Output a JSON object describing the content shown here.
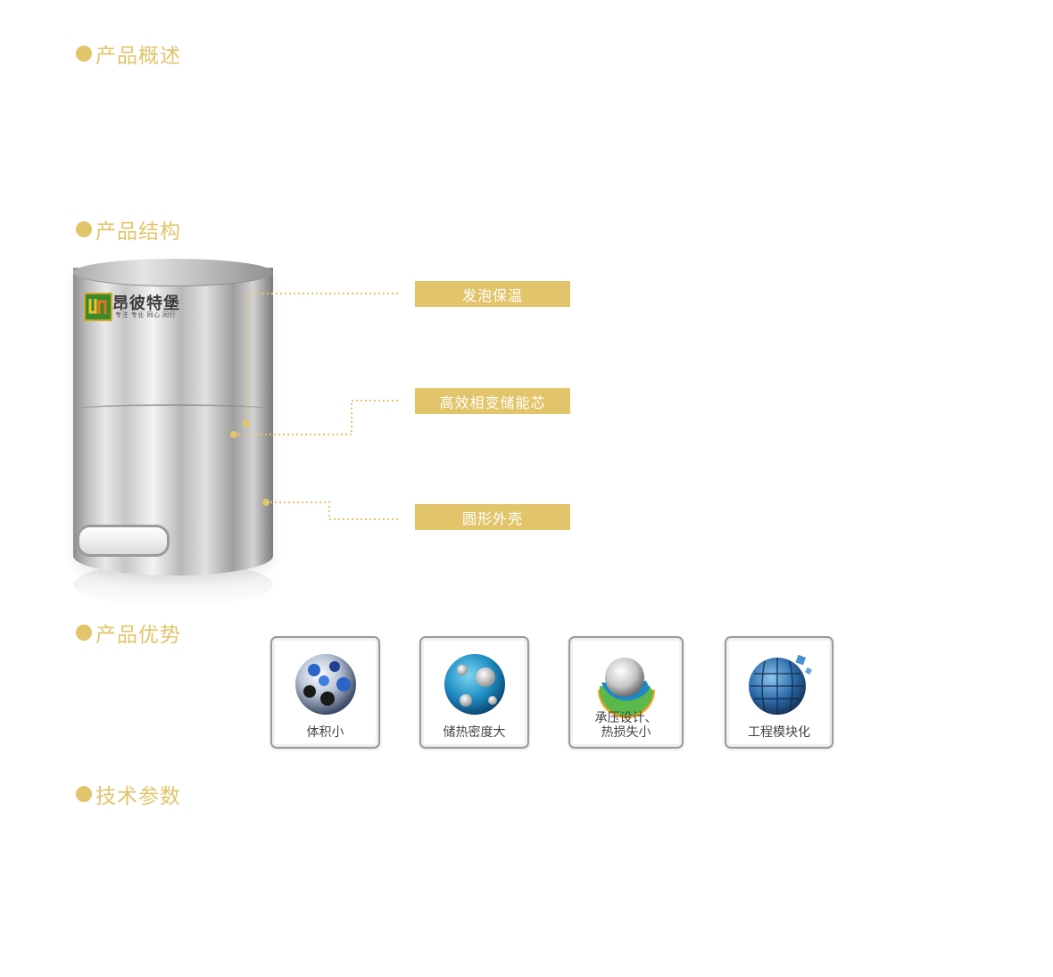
{
  "sections": {
    "overview": "产品概述",
    "structure": "产品结构",
    "advantages": "产品优势",
    "tech": "技术参数"
  },
  "logo": {
    "name": "昂彼特堡",
    "slogan": "专注 专业 同心 同行"
  },
  "callouts": [
    "发泡保温",
    "高效相变储能芯",
    "圆形外壳"
  ],
  "advantages": [
    {
      "label": "体积小",
      "icon": "sphere-dots-icon"
    },
    {
      "label": "储热密度大",
      "icon": "sphere-holes-icon"
    },
    {
      "label": "承压设计、\n热损失小",
      "icon": "sphere-layers-icon"
    },
    {
      "label": "工程模块化",
      "icon": "sphere-modules-icon"
    }
  ],
  "colors": {
    "accent": "#e2c46a",
    "text": "#444444",
    "logo_green": "#3a8a2c"
  }
}
